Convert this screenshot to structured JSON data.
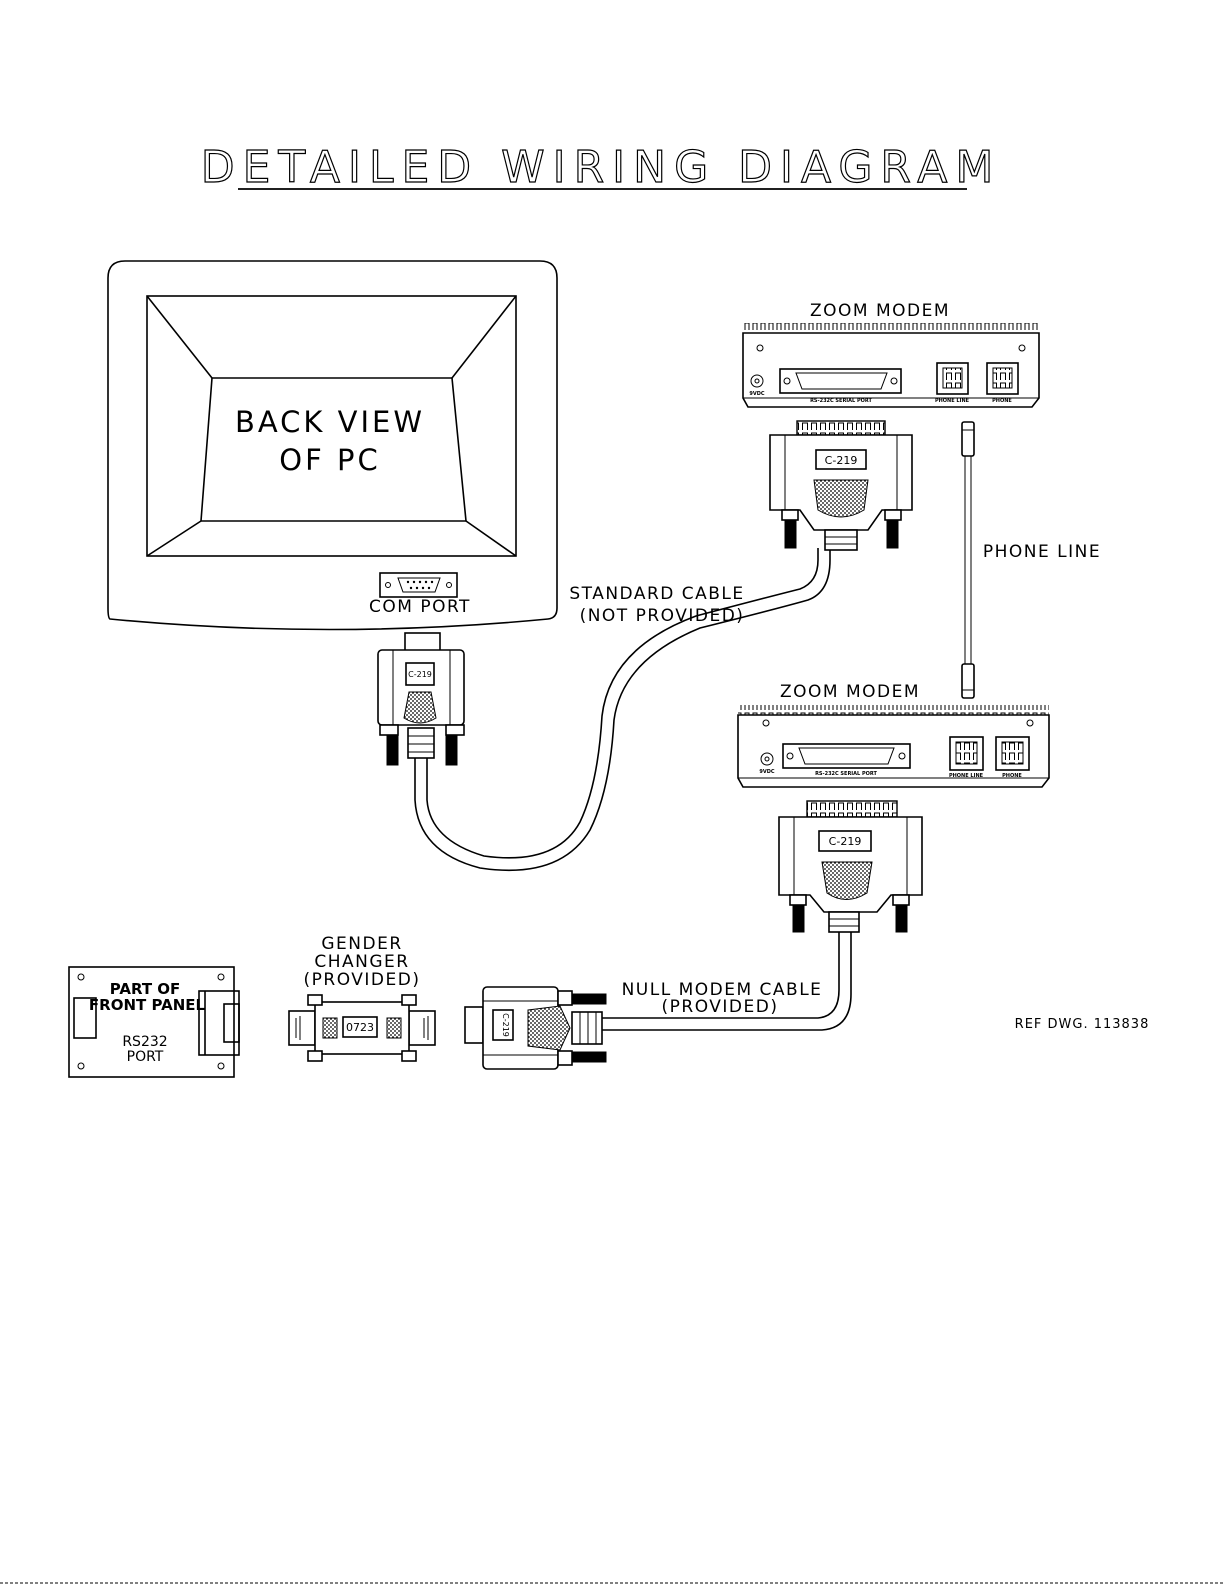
{
  "diagram": {
    "title": "DETAILED WIRING DIAGRAM",
    "pc": {
      "label_line1": "BACK VIEW",
      "label_line2": "OF PC",
      "com_port_label": "COM PORT",
      "connector_tag": "C-219"
    },
    "standard_cable": {
      "line1": "STANDARD CABLE",
      "line2": "(NOT PROVIDED)"
    },
    "modem_top": {
      "title": "ZOOM MODEM",
      "power_label": "9VDC",
      "serial_label": "RS-232C SERIAL PORT",
      "phone_line_label": "PHONE LINE",
      "phone_label": "PHONE",
      "connector_tag": "C-219"
    },
    "phone_line_label": "PHONE LINE",
    "modem_bottom": {
      "title": "ZOOM MODEM",
      "power_label": "9VDC",
      "serial_label": "RS-232C SERIAL PORT",
      "phone_line_label": "PHONE LINE",
      "phone_label": "PHONE",
      "connector_tag": "C-219"
    },
    "front_panel": {
      "line1": "PART OF",
      "line2": "FRONT PANEL",
      "line3": "RS232",
      "line4": "PORT"
    },
    "gender_changer": {
      "line1": "GENDER",
      "line2": "CHANGER",
      "line3": "(PROVIDED)",
      "tag": "0723"
    },
    "null_modem_cable": {
      "line1": "NULL MODEM CABLE",
      "line2": "(PROVIDED)",
      "connector_tag": "C-219"
    },
    "ref_dwg": "REF DWG. 113838"
  }
}
